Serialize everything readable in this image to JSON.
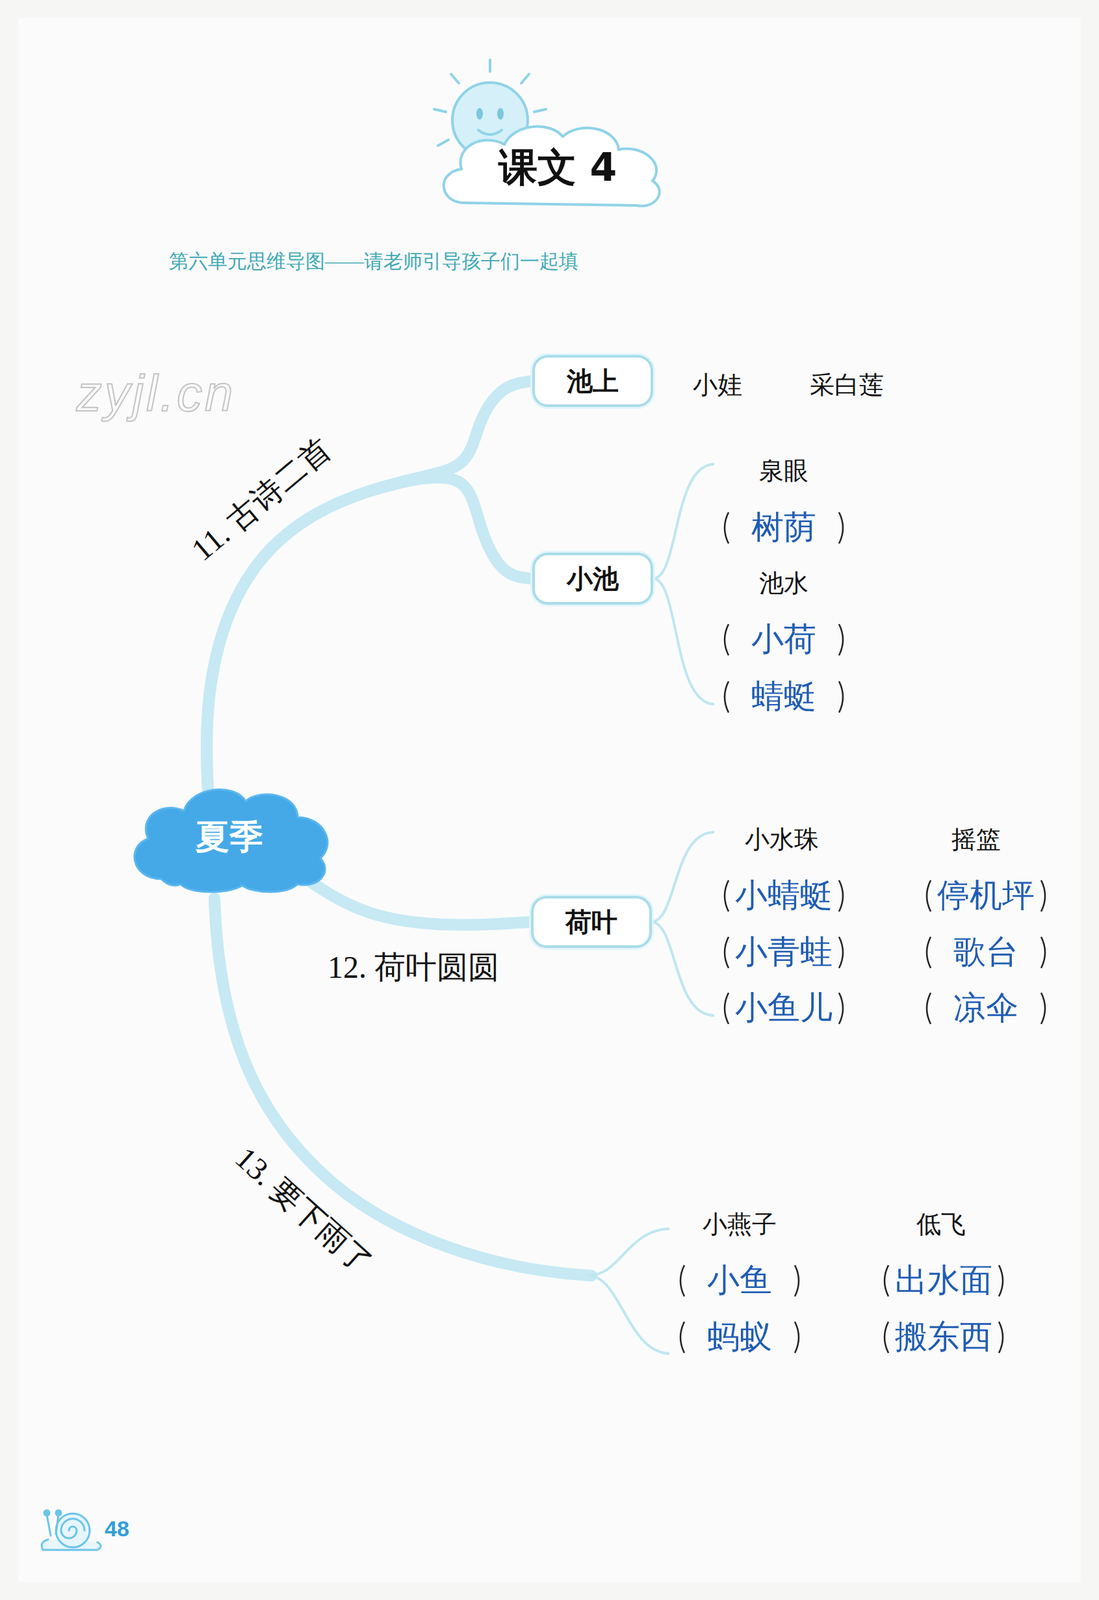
{
  "diagram": {
    "title": "课文 4",
    "nodes": [
      {
        "text": [
          "夏季"
        ]
      },
      {
        "text": [
          "池上"
        ]
      },
      {
        "text": [
          "小池"
        ]
      },
      {
        "text": [
          "荷叶"
        ]
      }
    ],
    "edges": [
      {
        "from": 0,
        "to": 1,
        "arrow": "none"
      },
      {
        "from": 0,
        "to": 2,
        "arrow": "none"
      },
      {
        "from": 0,
        "to": 3,
        "arrow": "none"
      }
    ],
    "labels": [
      "第六单元思维导图——请老师引导孩子们一起填",
      "zyjl.cn",
      "11. 古诗二首",
      "小娃",
      "采白莲",
      "泉眼",
      "树荫",
      "池水",
      "小荷",
      "蜻蜓",
      "12. 荷叶圆圆",
      "小水珠",
      "摇篮",
      "小蜻蜓",
      "停机坪",
      "小青蛙",
      "歌台",
      "小鱼儿",
      "凉伞",
      "13. 要下雨了",
      "小燕子",
      "低飞",
      "小鱼",
      "出水面",
      "蚂蚁",
      "搬东西",
      "48"
    ]
  }
}
